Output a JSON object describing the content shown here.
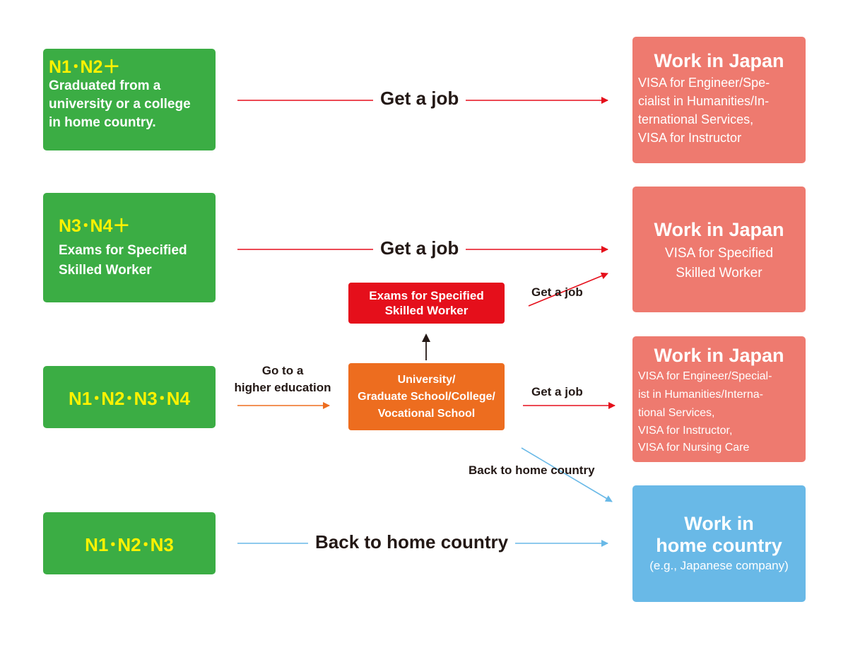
{
  "colors": {
    "green": "#3bad44",
    "salmon": "#ee7a6f",
    "blue": "#69b9e7",
    "red": "#e50f1b",
    "orange": "#ed6d1f",
    "yellow": "#fff200",
    "red_arrow": "#e50f1b",
    "blue_arrow": "#69b9e7",
    "orange_arrow": "#ed6d1f"
  },
  "left_boxes": {
    "box1": {
      "level": "N1･N2＋",
      "line1": "Graduated from a",
      "line2": "university or a college",
      "line3": "in home country."
    },
    "box2": {
      "level": "N3･N4＋",
      "line1": "Exams for Specified",
      "line2": "Skilled Worker"
    },
    "box3": {
      "level": "N1･N2･N3･N4"
    },
    "box4": {
      "level": "N1･N2･N3"
    }
  },
  "right_boxes": {
    "box1": {
      "title": "Work in Japan",
      "line1": "VISA for Engineer/Spe-",
      "line2": "cialist in Humanities/In-",
      "line3": "ternational Services,",
      "line4": "VISA for Instructor"
    },
    "box2": {
      "title": "Work in Japan",
      "line1": "VISA for Specified",
      "line2": "Skilled Worker"
    },
    "box3": {
      "title": "Work in Japan",
      "line1": "VISA for Engineer/Special-",
      "line2": "ist in Humanities/Interna-",
      "line3": "tional Services,",
      "line4": "VISA for Instructor,",
      "line5": "VISA for Nursing Care"
    },
    "box4": {
      "title1": "Work in",
      "title2": "home country",
      "line1": "(e.g., Japanese company)"
    }
  },
  "middle_boxes": {
    "exams": {
      "line1": "Exams for Specified",
      "line2": "Skilled Worker"
    },
    "school": {
      "line1": "University/",
      "line2": "Graduate School/College/",
      "line3": "Vocational School"
    }
  },
  "arrow_labels": {
    "get_job_1": "Get a job",
    "get_job_2": "Get a job",
    "get_job_small_upper": "Get a job",
    "higher_edu_1": "Go to a",
    "higher_edu_2": "higher education",
    "get_job_small_lower": "Get a job",
    "back_home_small": "Back to home country",
    "back_home": "Back to home country"
  }
}
